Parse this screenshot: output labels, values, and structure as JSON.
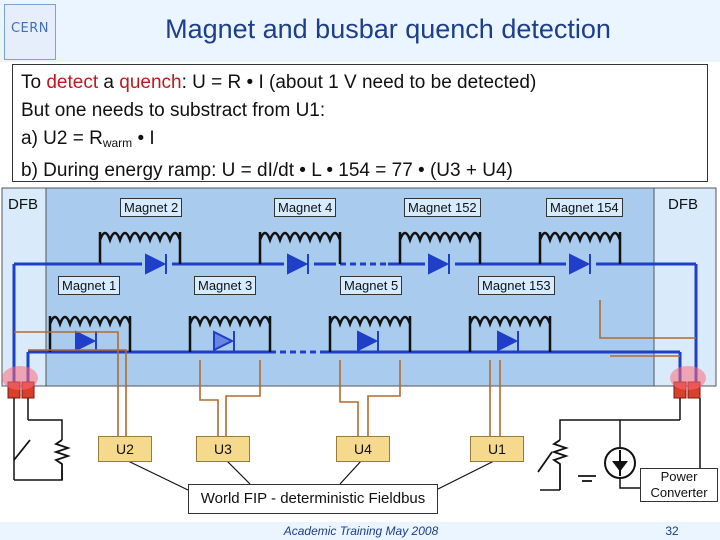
{
  "header": {
    "title": "Magnet and busbar quench detection",
    "logo_text": "CERN"
  },
  "intro": {
    "line1_pre": "To ",
    "line1_red1": "detect",
    "line1_mid": " a ",
    "line1_red2": "quench",
    "line1_post": ": U = R • I  (about 1 V need to be detected)",
    "line2": "But one needs to substract from U1:",
    "line3_pre": "a)  U2 = R",
    "line3_sub": "warm",
    "line3_post": " • I",
    "line4": "b)  During energy ramp:  U = dI/dt • L • 154 = 77 • (U3 + U4)"
  },
  "diagram": {
    "dfb_left": "DFB",
    "dfb_right": "DFB",
    "magnets_top": [
      "Magnet 2",
      "Magnet 4",
      "Magnet 152",
      "Magnet 154"
    ],
    "magnets_bottom": [
      "Magnet 1",
      "Magnet 3",
      "Magnet 5",
      "Magnet 153"
    ],
    "voltages": [
      "U2",
      "U3",
      "U4",
      "U1"
    ],
    "fieldbus": "World FIP - deterministic Fieldbus",
    "power_converter_line1": "Power",
    "power_converter_line2": "Converter"
  },
  "colors": {
    "title": "#1d3e8c",
    "highlight": "#c0181c",
    "cryostat_fill": "#a9cbee",
    "busbar": "#1f3fc8",
    "voltage_tap": "#b46a2a",
    "voltage_box": "#f5d98c"
  },
  "footer": {
    "text": "Academic Training May 2008",
    "page": "32"
  }
}
